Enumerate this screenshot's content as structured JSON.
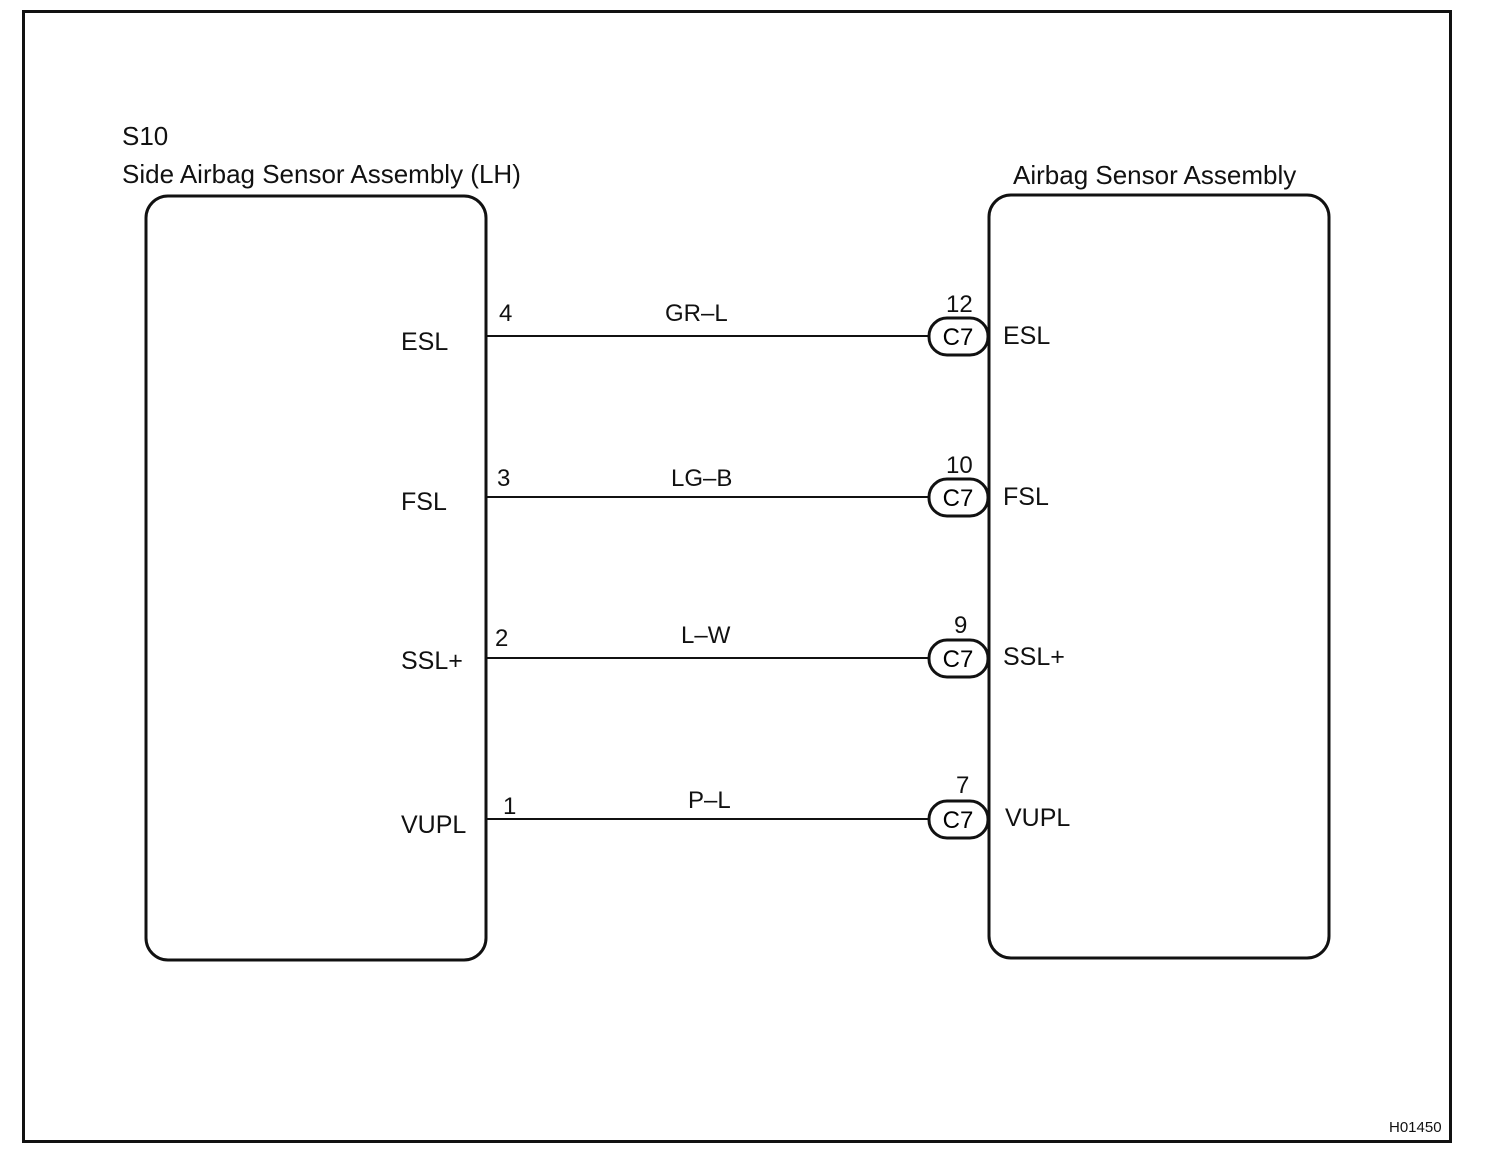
{
  "left_component": {
    "code": "S10",
    "name": "Side Airbag Sensor Assembly (LH)",
    "terminals": [
      {
        "pin": "4",
        "signal": "ESL"
      },
      {
        "pin": "3",
        "signal": "FSL"
      },
      {
        "pin": "2",
        "signal": "SSL+"
      },
      {
        "pin": "1",
        "signal": "VUPL"
      }
    ]
  },
  "right_component": {
    "name": "Airbag Sensor Assembly",
    "connector": "C7",
    "terminals": [
      {
        "pin": "12",
        "signal": "ESL"
      },
      {
        "pin": "10",
        "signal": "FSL"
      },
      {
        "pin": "9",
        "signal": "SSL+"
      },
      {
        "pin": "7",
        "signal": "VUPL"
      }
    ]
  },
  "wires": [
    {
      "color_code": "GR–L"
    },
    {
      "color_code": "LG–B"
    },
    {
      "color_code": "L–W"
    },
    {
      "color_code": "P–L"
    }
  ],
  "figure_id": "H01450"
}
